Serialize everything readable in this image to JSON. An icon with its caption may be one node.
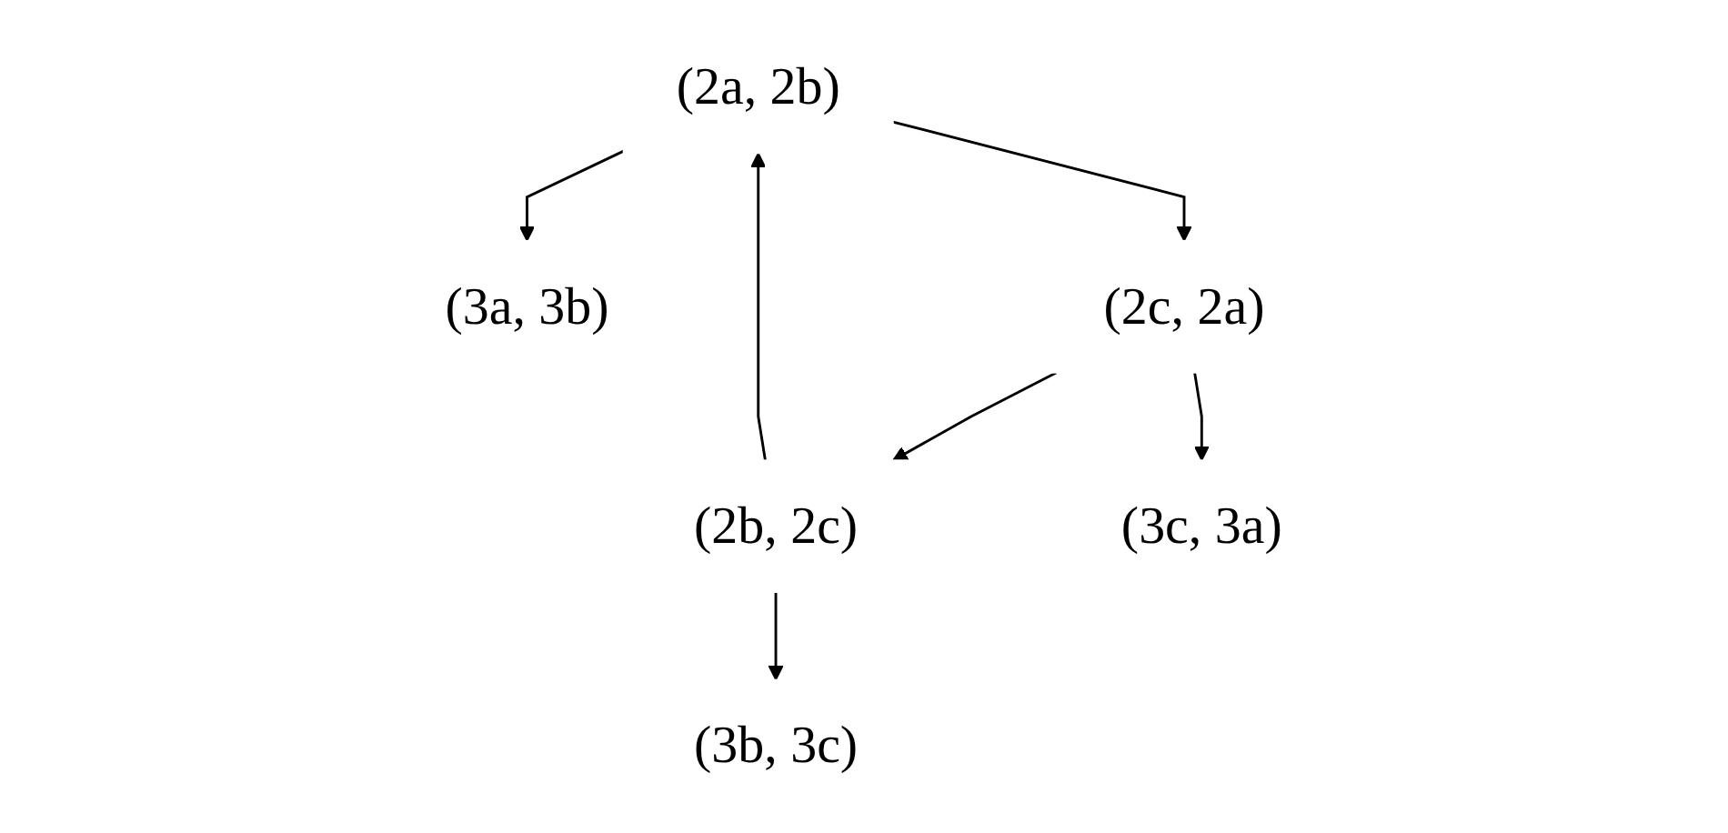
{
  "diagram": {
    "nodes": [
      {
        "text": [
          "(3a, 3b)"
        ]
      },
      {
        "text": [
          "(2a, 2b)"
        ]
      },
      {
        "text": [
          "(2b, 2c)"
        ]
      },
      {
        "text": [
          "(2c, 2a)"
        ]
      },
      {
        "text": [
          "(3b, 3c)"
        ]
      },
      {
        "text": [
          "(3c, 3a)"
        ]
      }
    ],
    "edges": [
      {
        "from": 1,
        "to": 0,
        "arrow": "to"
      },
      {
        "from": 2,
        "to": 1,
        "arrow": "to"
      },
      {
        "from": 1,
        "to": 3,
        "arrow": "to"
      },
      {
        "from": 3,
        "to": 2,
        "arrow": "to"
      },
      {
        "from": 2,
        "to": 4,
        "arrow": "to"
      },
      {
        "from": 3,
        "to": 5,
        "arrow": "to"
      }
    ]
  }
}
